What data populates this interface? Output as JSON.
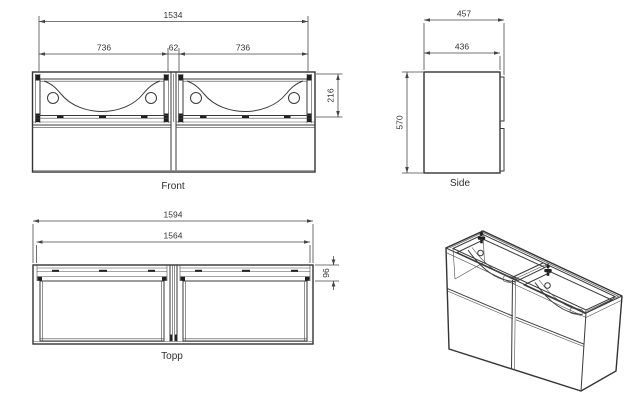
{
  "page": {
    "background": "#ffffff",
    "line_color": "#3a3a3a",
    "text_color": "#333333"
  },
  "views": {
    "front": {
      "label": "Front",
      "dimensions": {
        "overall_width": "1534",
        "left_basin_width": "736",
        "center_gap": "62",
        "right_basin_width": "736",
        "basin_section_height": "216"
      }
    },
    "side": {
      "label": "Side",
      "dimensions": {
        "overall_depth": "457",
        "carcass_depth": "436",
        "overall_height": "570"
      }
    },
    "top": {
      "label": "Topp",
      "dimensions": {
        "overall_width": "1594",
        "carcass_width": "1564",
        "front_rail_depth": "96"
      }
    }
  }
}
